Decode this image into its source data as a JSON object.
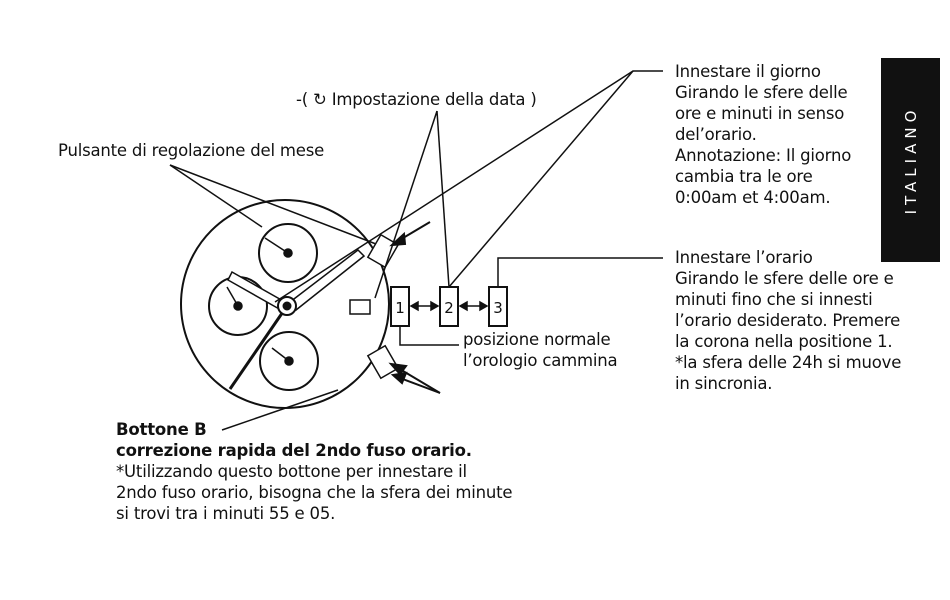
{
  "side_tab": {
    "label": "ITALIANO"
  },
  "labels": {
    "date_setting": "-( ↻ Impostazione della data )",
    "month_button": "Pulsante di regolazione del mese",
    "normal_position": [
      "posizione normale",
      "l’orologio cammina"
    ]
  },
  "crown_positions": [
    "1",
    "2",
    "3"
  ],
  "position2_notes": [
    "Innestare il giorno",
    "Girando le sfere delle",
    "ore e minuti in senso",
    "del’orario.",
    "Annotazione: Il giorno",
    "cambia tra le ore",
    "0:00am et 4:00am."
  ],
  "position3_notes": [
    "Innestare l’orario",
    "Girando le sfere delle ore e",
    "minuti fino che si innesti",
    "l’orario desiderato. Premere",
    "la corona nella positione 1.",
    "*la sfera delle 24h si muove",
    "in sincronia."
  ],
  "button_b": {
    "title": "Bottone B",
    "subtitle": "correzione rapida del 2ndo fuso orario.",
    "notes": [
      "*Utilizzando questo bottone per innestare il",
      "2ndo fuso orario, bisogna che la sfera dei minute",
      "si trovi tra i minuti 55 e 05."
    ]
  },
  "colors": {
    "ink": "#111111",
    "tab_background": "#111111",
    "tab_text": "#ffffff"
  }
}
